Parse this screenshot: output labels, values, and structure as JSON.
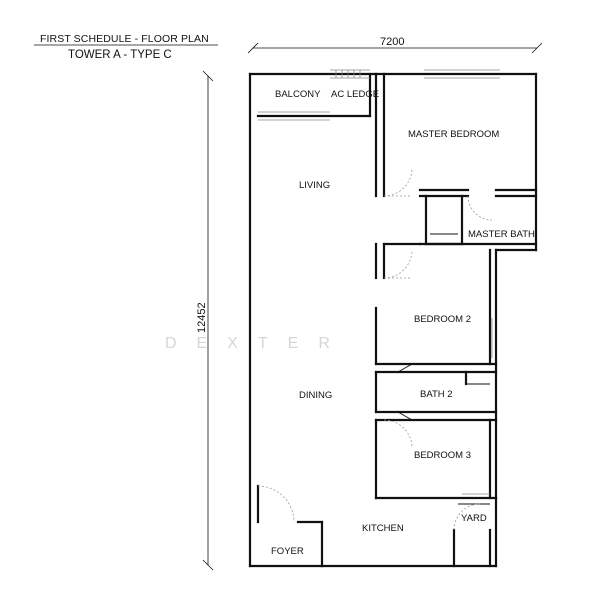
{
  "header": {
    "schedule": "FIRST SCHEDULE - FLOOR PLAN",
    "tower": "TOWER A - TYPE C"
  },
  "dimensions": {
    "width": "7200",
    "height": "12452"
  },
  "rooms": {
    "balcony": "BALCONY",
    "ac_ledge": "AC LEDGE",
    "master_bedroom": "MASTER BEDROOM",
    "living": "LIVING",
    "master_bath": "MASTER BATH",
    "bedroom_2": "BEDROOM 2",
    "dining": "DINING",
    "bath_2": "BATH 2",
    "bedroom_3": "BEDROOM 3",
    "yard": "YARD",
    "kitchen": "KITCHEN",
    "foyer": "FOYER"
  },
  "watermark": "DEXTER"
}
